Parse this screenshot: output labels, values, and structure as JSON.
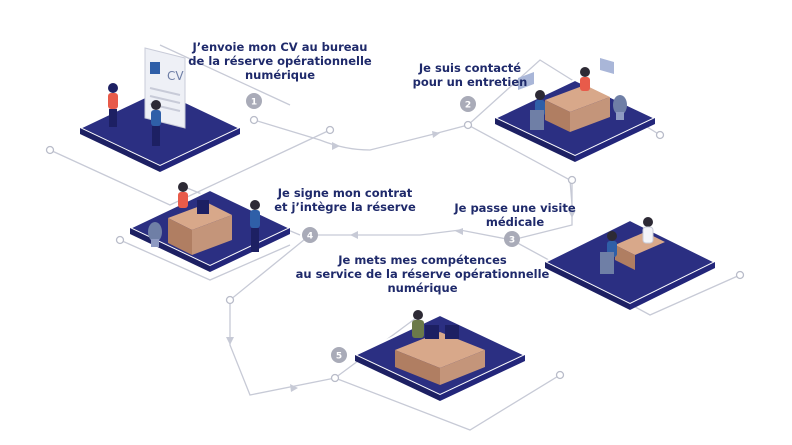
{
  "steps": [
    {
      "number": "1",
      "title": "J’envoie mon CV au bureau\nde la réserve opérationnelle\nnumérique"
    },
    {
      "number": "2",
      "title": "Je suis contacté\npour un entretien"
    },
    {
      "number": "3",
      "title": "Je passe une visite\nmédicale"
    },
    {
      "number": "4",
      "title": "Je signe mon contrat\net j’intègre la réserve"
    },
    {
      "number": "5",
      "title": "Je mets mes compétences\nau service de la réserve opérationnelle\nnumérique"
    }
  ],
  "cv_label": "CV",
  "colors": {
    "platform": "#2b2f82",
    "platform_edge": "#ffffff",
    "path": "#c7cad6",
    "badge": "#a9abb8",
    "title": "#1f2a6b",
    "desk": "#d8a88a",
    "desk_dark": "#b07e62",
    "shirt_red": "#e85b4a",
    "shirt_blue": "#2f5fa8",
    "camo": "#6b7a4a"
  }
}
